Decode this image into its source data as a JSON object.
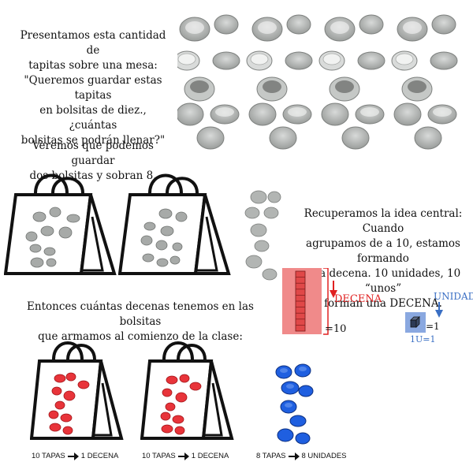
{
  "intro_text": {
    "line1": "Presentamos esta cantidad de",
    "line2": "tapitas sobre una mesa:",
    "line3": "\"Queremos guardar estas tapitas",
    "line4": "en bolsitas de diez., ¿cuántas",
    "line5": "bolsitas se podrán llenar?\""
  },
  "bags_text": {
    "line1": "Veremos que podemos guardar",
    "line2": "dos bolsitas y sobran 8."
  },
  "central_idea": {
    "line1": "Recuperamos la idea central: Cuando",
    "line2": "agrupamos de a 10, estamos formando",
    "line3": "una decena. 10 unidades, 10 “unos”",
    "line4": "forman una DECENA."
  },
  "question_text": {
    "line1": "Entonces cuántas decenas tenemos en las bolsitas",
    "line2": "que armamos al comienzo de la clase:"
  },
  "decena_block": {
    "label": "DECENA",
    "equals": "=10",
    "color": "#e02020",
    "fill": "#f08a8a"
  },
  "unidad_block": {
    "label": "UNIDAD",
    "equals": "=1",
    "note": "1U=1",
    "color": "#3a6fc4"
  },
  "captions": {
    "bag1": {
      "left": "10 TAPAS",
      "right": "1 DECENA"
    },
    "bag2": {
      "left": "10 TAPAS",
      "right": "1 DECENA"
    },
    "loose": {
      "left": "8 TAPAS",
      "right": "8 UNIDADES"
    }
  },
  "colors": {
    "gray_cap": "#b8bbb9",
    "gray_cap_dark": "#8d908e",
    "red_cap": "#e8343a",
    "blue_cap": "#1f5fe0"
  }
}
